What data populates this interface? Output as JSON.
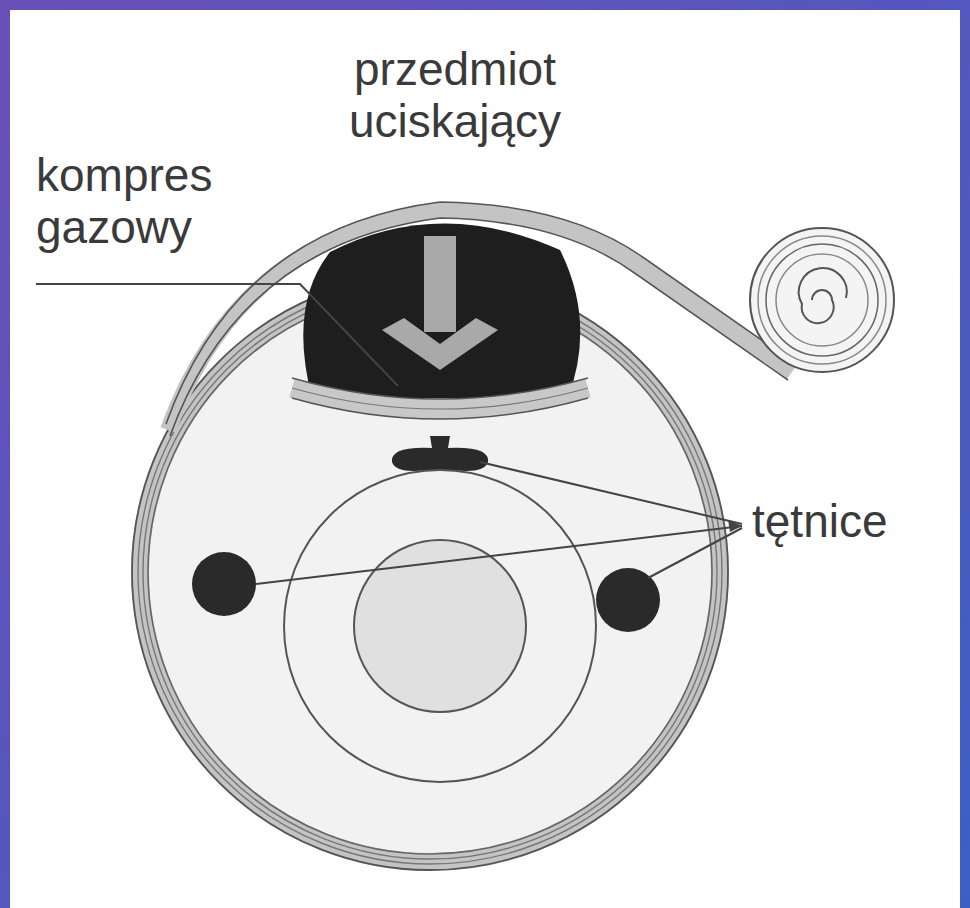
{
  "diagram": {
    "labels": [
      "przedmiot uciskający",
      "kompres gazowy",
      "tętnice"
    ]
  }
}
